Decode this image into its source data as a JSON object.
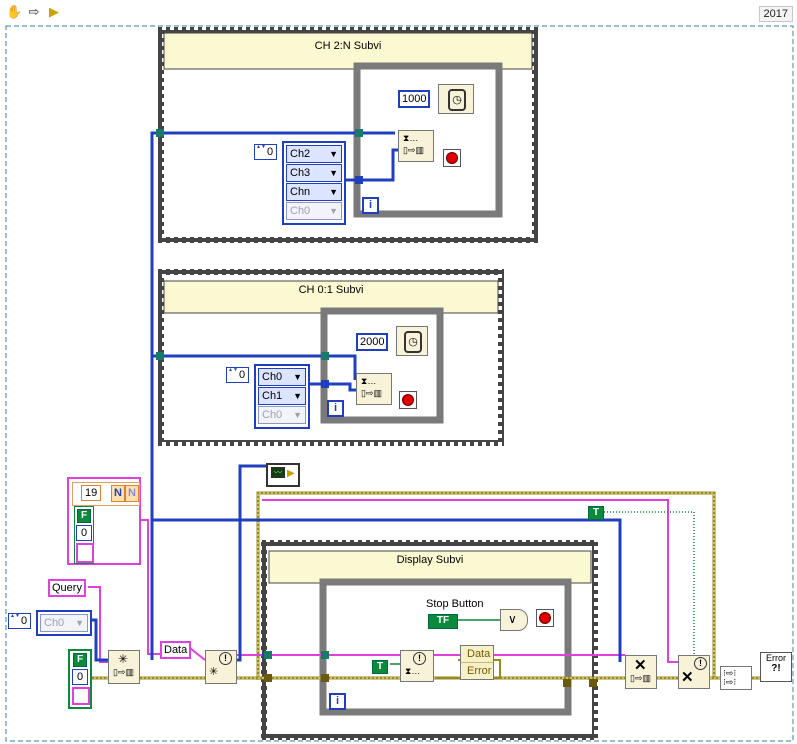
{
  "version": "2017",
  "toolbar": {
    "icons": [
      "hand-icon",
      "arrow-right-icon",
      "run-icon"
    ]
  },
  "subvis": {
    "ch2n": {
      "title": "CH 2:N Subvi",
      "wait_ms": "1000",
      "channels": [
        "Ch2",
        "Ch3",
        "Chn",
        "Ch0"
      ],
      "index": "0"
    },
    "ch01": {
      "title": "CH 0:1 Subvi",
      "wait_ms": "2000",
      "channels": [
        "Ch0",
        "Ch1",
        "Ch0"
      ],
      "index": "0"
    },
    "display": {
      "title": "Display Subvi",
      "stop_label": "Stop Button",
      "stop_const": "TF",
      "unbundle": [
        "Data",
        "Error"
      ],
      "bool_true": "T"
    }
  },
  "cluster": {
    "count": "19",
    "bool_false": "F",
    "num": "0",
    "bool_n": "N"
  },
  "main": {
    "query_label": "Query",
    "data_label": "Data",
    "bool_false": "F",
    "num_zero": "0",
    "ring_value": "Ch0",
    "ring_index": "0",
    "true_const": "T",
    "error_text": "Error"
  },
  "colors": {
    "wire_blue": "#1f3fbf",
    "wire_pink": "#e040e0",
    "wire_error": "#9a8a20",
    "bool_green": "#0a8a3a",
    "frame": "#3a3a3a",
    "while_loop": "#7a7a7a"
  }
}
